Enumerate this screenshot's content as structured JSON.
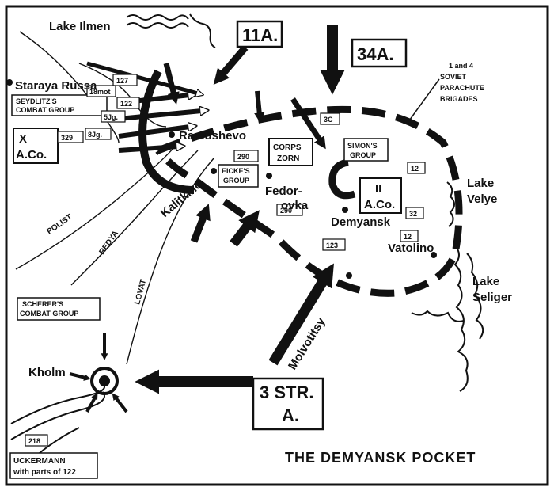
{
  "title": "THE DEMYANSK POCKET",
  "places": {
    "lake_ilmen": "Lake Ilmen",
    "staraya_russa": "Staraya Russa",
    "ramushevo": "Ramushevo",
    "kalitkino": "Kalitkino",
    "fedorovka_1": "Fedor-",
    "fedorovka_2": "ovka",
    "demyansk": "Demyansk",
    "vatolino": "Vatolino",
    "lake_velye_1": "Lake",
    "lake_velye_2": "Velye",
    "lake_seliger_1": "Lake",
    "lake_seliger_2": "Seliger",
    "molvotitsy": "Molvotitsy",
    "kholm": "Kholm"
  },
  "rivers": {
    "polist": "POLIST",
    "redya": "REDYA",
    "lovat": "LOVAT"
  },
  "soviet_armies": {
    "a11": "11A.",
    "a34": "34A.",
    "a3str_1": "3 STR.",
    "a3str_2": "A."
  },
  "german_units": {
    "x_aco_1": "X",
    "x_aco_2": "A.Co.",
    "ii_aco_1": "II",
    "ii_aco_2": "A.Co.",
    "seydlitz_1": "SEYDLITZ'S",
    "seydlitz_2": "COMBAT GROUP",
    "corps_zorn_1": "CORPS",
    "corps_zorn_2": "ZORN",
    "eicke_1": "EICKE'S",
    "eicke_2": "GROUP",
    "simon_1": "SIMON'S",
    "simon_2": "GROUP",
    "scherer_1": "SCHERER'S",
    "scherer_2": "COMBAT GROUP",
    "uckermann_1": "UCKERMANN",
    "uckermann_2": "with parts of 122"
  },
  "division_numbers": {
    "d127": "127",
    "d18mot": "18mot",
    "d122": "122",
    "d5jg": "5Jg.",
    "d329": "329",
    "d8jg": "8Jg.",
    "d290a": "290",
    "d290b": "290",
    "d3c": "3C",
    "d12a": "12",
    "d32": "32",
    "d12b": "12",
    "d123": "123",
    "d218": "218"
  },
  "parachute_note": [
    "1 and 4",
    "SOVIET",
    "PARACHUTE",
    "BRIGADES"
  ],
  "colors": {
    "ink": "#111111",
    "paper": "#ffffff"
  }
}
